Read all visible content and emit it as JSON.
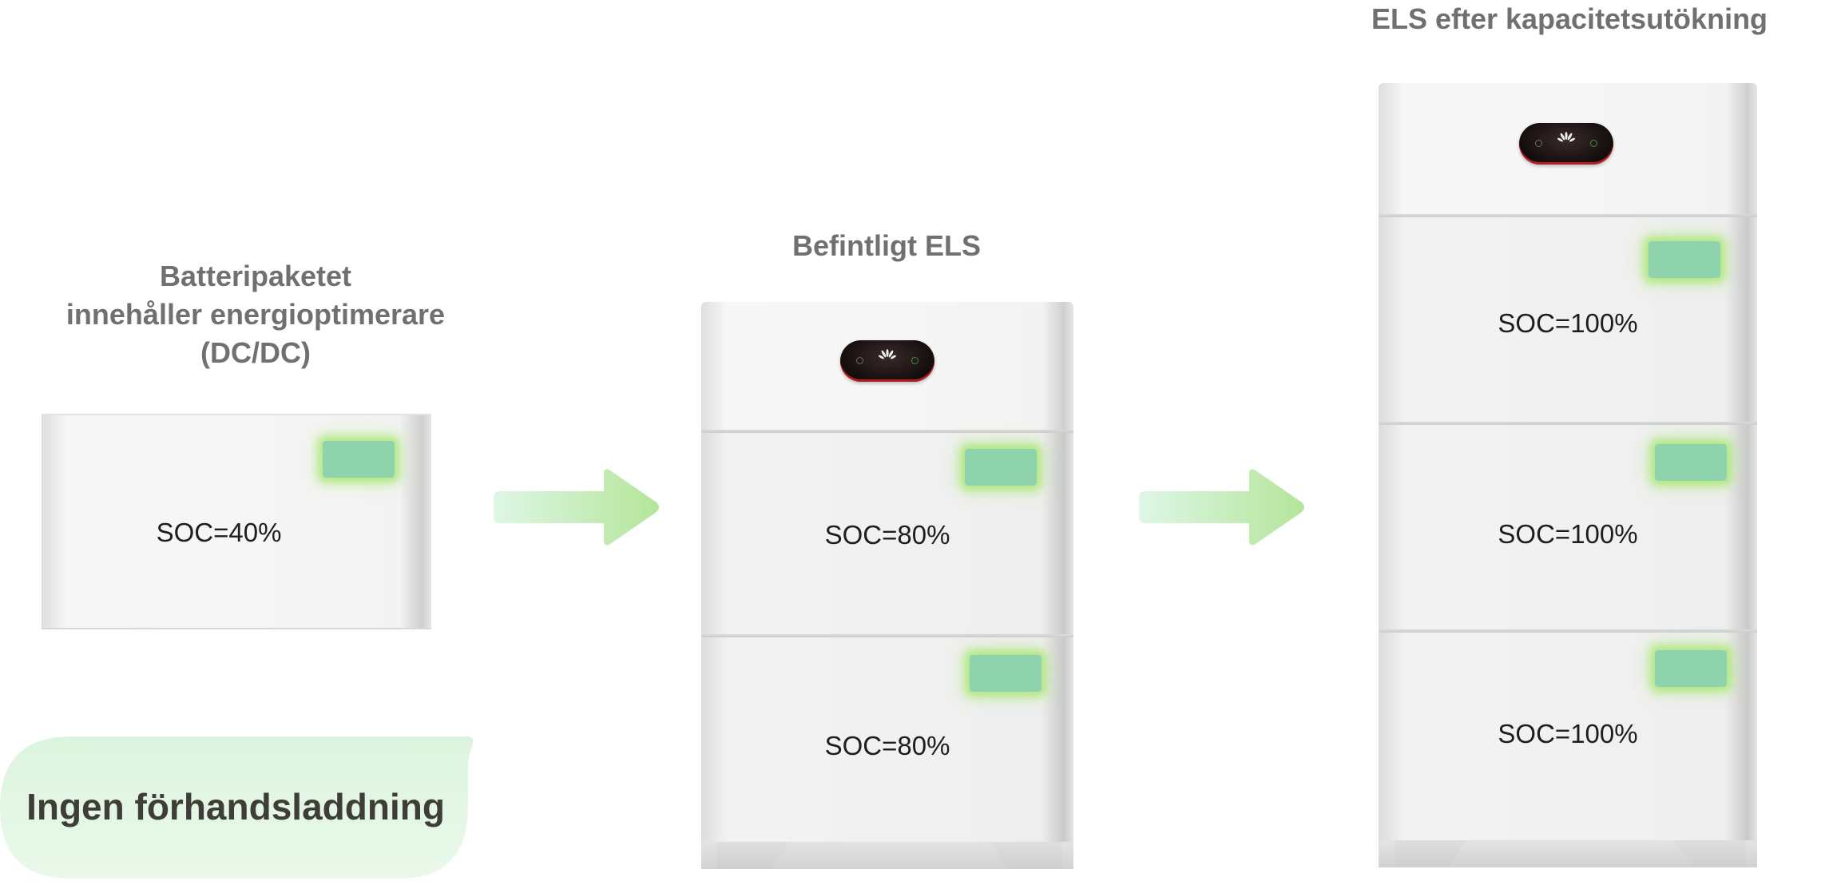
{
  "standalone": {
    "caption_lines": [
      "Batteripaketet",
      "innehåller energioptimerare",
      "(DC/DC)"
    ],
    "soc": "SOC=40%"
  },
  "existing": {
    "caption": "Befintligt ELS",
    "soc": [
      "SOC=80%",
      "SOC=80%"
    ]
  },
  "expanded": {
    "caption": "ELS efter kapacitetsutökning",
    "soc": [
      "SOC=100%",
      "SOC=100%",
      "SOC=100%"
    ]
  },
  "precharge_label": "Ingen förhandsladdning",
  "colors": {
    "led": "#8fd3ad",
    "arrow": "#b7e79f",
    "caption": "#707070",
    "bubble": "#e0f5e1"
  },
  "brand_label": "HUAWEI"
}
